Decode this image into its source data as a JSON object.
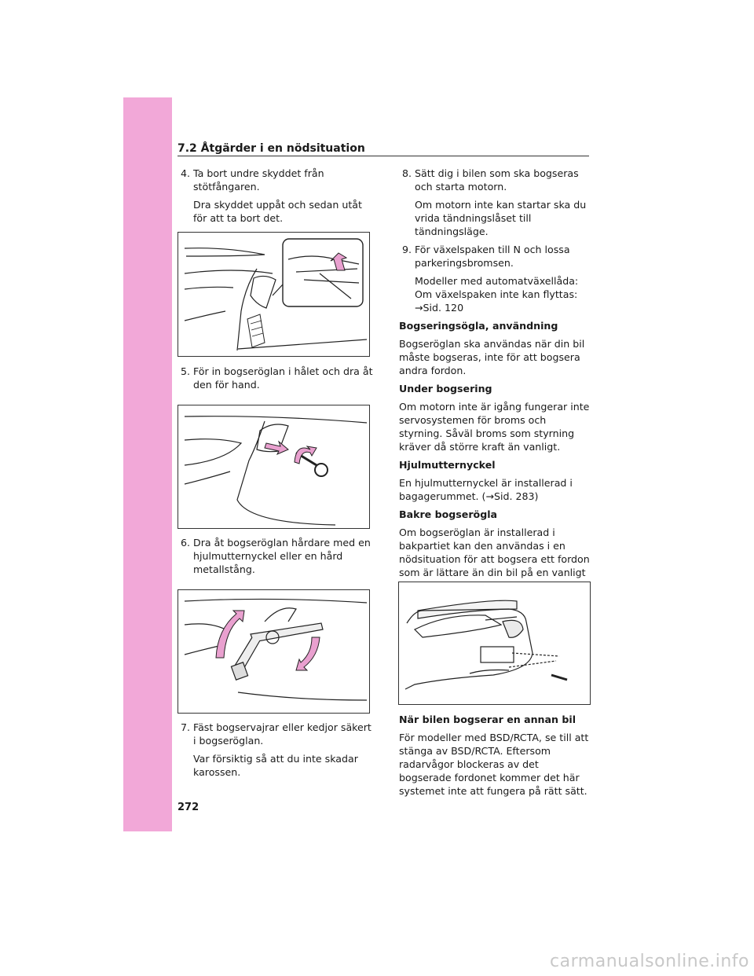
{
  "header": {
    "section_title": "7.2  Åtgärder i en nödsituation"
  },
  "left": {
    "step4": {
      "num": "4.",
      "text": "Ta bort undre skyddet från stötfångaren.",
      "sub": "Dra skyddet uppåt och sedan utåt för att ta bort det."
    },
    "step5": {
      "num": "5.",
      "text": "För in bogseröglan i hålet och dra åt den för hand."
    },
    "step6": {
      "num": "6.",
      "text": "Dra åt bogseröglan hårdare med en hjulmutternyckel eller en hård metallstång."
    },
    "step7": {
      "num": "7.",
      "text": "Fäst bogservajrar eller kedjor säkert i bogseröglan.",
      "sub": "Var försiktig så att du inte skadar karossen."
    }
  },
  "right": {
    "step8": {
      "num": "8.",
      "text": "Sätt dig i bilen som ska bogseras och starta motorn.",
      "sub": "Om motorn inte kan startar ska du vrida tändningslåset till tändningsläge."
    },
    "step9": {
      "num": "9.",
      "text": "För växelspaken till N och lossa parkeringsbromsen.",
      "sub": "Modeller med automatväxellåda: Om växelspaken inte kan flyttas:",
      "ref": "→Sid. 120"
    },
    "h1": "Bogseringsögla, användning",
    "p1": "Bogseröglan ska användas när din bil måste bogseras, inte för att bogsera andra fordon.",
    "h2": "Under bogsering",
    "p2": "Om motorn inte är igång fungerar inte servosystemen för broms och styrning. Såväl broms som styrning kräver då större kraft än vanligt.",
    "h3": "Hjulmutternyckel",
    "p3": "En hjulmutternyckel är installerad i bagagerummet. (→Sid. 283)",
    "h4": "Bakre bogserögla",
    "p4": "Om bogseröglan är installerad i bakpartiet kan den användas i en nödsituation för att bogsera ett fordon som är lättare än din bil på en vanligt väg med ett rep.",
    "h5": "När bilen bogserar en annan bil",
    "p5": "För modeller med BSD/RCTA, se till att stänga av BSD/RCTA. Eftersom radarvågor blockeras av det bogserade fordonet kommer det här systemet inte att fungera på rätt sätt."
  },
  "page_number": "272",
  "watermark": "carmanualsonline.info",
  "colors": {
    "side_tab": "#f2a8d8",
    "arrow_pink": "#e9a0cf"
  }
}
